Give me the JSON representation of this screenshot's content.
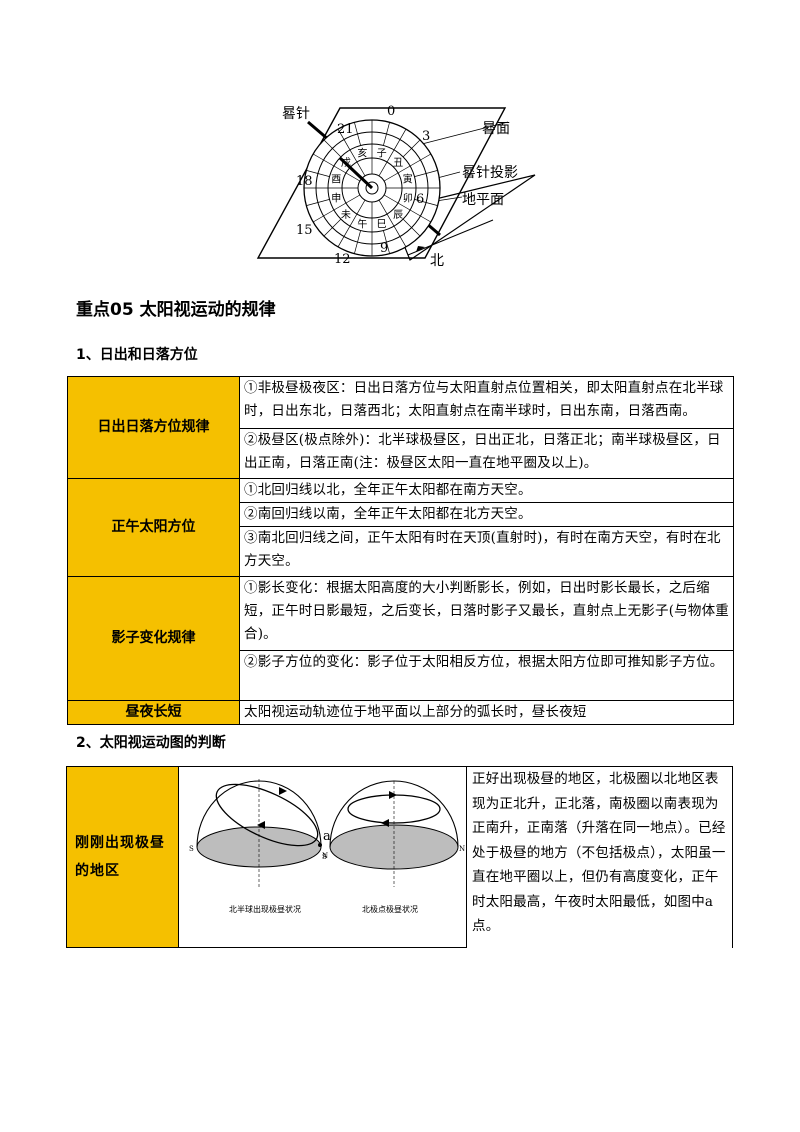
{
  "figure1": {
    "labels": {
      "gnomon": "晷针",
      "dial_face": "晷面",
      "gnomon_shadow": "晷针投影",
      "ground": "地平面",
      "north": "北"
    },
    "hour_numbers": [
      "0",
      "3",
      "6",
      "9",
      "12",
      "15",
      "18",
      "21"
    ],
    "branches": [
      "子",
      "丑",
      "寅",
      "卯",
      "辰",
      "巳",
      "午",
      "未",
      "申",
      "酉",
      "戌",
      "亥"
    ]
  },
  "section_title": "重点05 太阳视运动的规律",
  "sub1_title": "1、日出和日落方位",
  "table1": {
    "rows": [
      {
        "label": "日出日落方位规律",
        "cells": [
          "①非极昼极夜区：日出日落方位与太阳直射点位置相关，即太阳直射点在北半球时，日出东北，日落西北；太阳直射点在南半球时，日出东南，日落西南。",
          "②极昼区(极点除外)：北半球极昼区，日出正北，日落正北；南半球极昼区，日出正南，日落正南(注：极昼区太阳一直在地平圈及以上)。"
        ]
      },
      {
        "label": "正午太阳方位",
        "cells": [
          "①北回归线以北，全年正午太阳都在南方天空。",
          "②南回归线以南，全年正午太阳都在北方天空。",
          "③南北回归线之间，正午太阳有时在天顶(直射时)，有时在南方天空，有时在北方天空。"
        ]
      },
      {
        "label": "影子变化规律",
        "cells": [
          "①影长变化：根据太阳高度的大小判断影长，例如，日出时影长最长，之后缩短，正午时日影最短，之后变长，日落时影子又最长，直射点上无影子(与物体重合)。",
          "②影子方位的变化：影子位于太阳相反方位，根据太阳方位即可推知影子方位。"
        ]
      },
      {
        "label": "昼夜长短",
        "cells": [
          "太阳视运动轨迹位于地平面以上部分的弧长时，昼长夜短"
        ]
      }
    ]
  },
  "sub2_title": "2、太阳视运动图的判断",
  "table2": {
    "label": "刚刚出现极昼的地区",
    "left_caption": "北半球出现极昼状况",
    "right_caption": "北极点极昼状况",
    "point_a": "a",
    "compass": {
      "s": "S",
      "n": "N"
    },
    "text": "正好出现极昼的地区，北极圈以北地区表现为正北升，正北落，南极圈以南表现为正南升，正南落（升落在同一地点）。已经处于极昼的地方（不包括极点），太阳虽一直在地平圈以上，但仍有高度变化，正午时太阳最高，午夜时太阳最低，如图中a点。"
  }
}
